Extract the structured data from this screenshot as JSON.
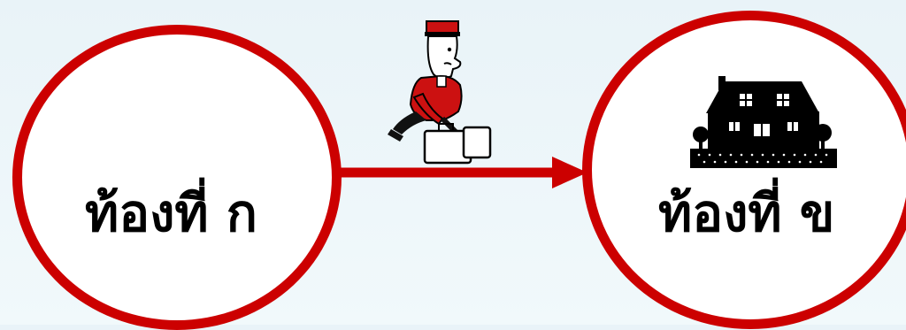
{
  "nodes": [
    {
      "id": "a",
      "label": "ท้องที่ ก"
    },
    {
      "id": "b",
      "label": "ท้องที่ ข"
    }
  ],
  "edge": {
    "from": "a",
    "to": "b",
    "color": "#cc0000"
  },
  "icons": {
    "mover": "porter-with-luggage-icon",
    "destination": "house-icon"
  },
  "colors": {
    "ring": "#cc0000",
    "arrow": "#cc0000",
    "label": "#000000"
  }
}
